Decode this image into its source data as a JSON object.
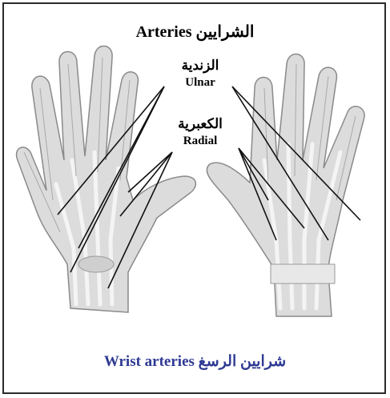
{
  "diagram": {
    "title": "الشرايين Arteries",
    "labels": {
      "ulnar_ar": "الزندية",
      "ulnar_en": "Ulnar",
      "radial_ar": "الكعبرية",
      "radial_en": "Radial"
    },
    "caption": "شرايين الرسغ Wrist arteries",
    "colors": {
      "caption": "#2e3a93",
      "border": "#2b2b2b",
      "hand_fill": "#dcdcdc"
    }
  }
}
